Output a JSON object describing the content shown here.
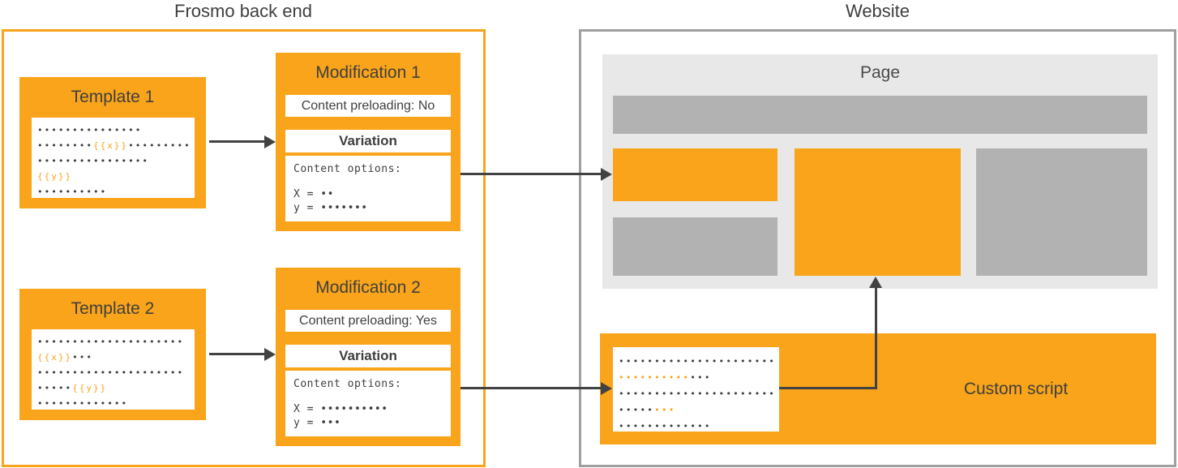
{
  "palette": {
    "orange": "#F9A41A",
    "dark": "#3F3F3F",
    "dot_dark": "#3D3D3D",
    "arrow": "#424242",
    "page_bg": "#E8E8E8",
    "block_gray": "#B2B2B2",
    "container_gray": "#A0A0A0"
  },
  "backend": {
    "title": "Frosmo back end",
    "template1": {
      "title": "Template 1",
      "code": [
        [
          {
            "t": "•••••••••••••••",
            "c": "d"
          }
        ],
        [
          {
            "t": "••••••••",
            "c": "d"
          },
          {
            "t": "{{x}}",
            "c": "o"
          },
          {
            "t": "•••••••••",
            "c": "d"
          }
        ],
        [
          {
            "t": "••••••••••••••••",
            "c": "d"
          }
        ],
        [
          {
            "t": "{{y}}",
            "c": "o"
          }
        ],
        [
          {
            "t": "••••••••••",
            "c": "d"
          }
        ]
      ]
    },
    "template2": {
      "title": "Template 2",
      "code": [
        [
          {
            "t": "•••••••••••••••••••••",
            "c": "d"
          }
        ],
        [
          {
            "t": "{{x}}",
            "c": "o"
          },
          {
            "t": "•••",
            "c": "d"
          }
        ],
        [
          {
            "t": "•••••••••••••••••••••",
            "c": "d"
          }
        ],
        [
          {
            "t": "•••••",
            "c": "d"
          },
          {
            "t": "{{y}}",
            "c": "o"
          }
        ],
        [
          {
            "t": "•••••••••••••",
            "c": "d"
          }
        ]
      ]
    },
    "modification1": {
      "title": "Modification 1",
      "preloading": "Content preloading: No",
      "variation_label": "Variation",
      "options_label": "Content options:",
      "x_line": "X = ••",
      "y_line": "y = •••••••"
    },
    "modification2": {
      "title": "Modification 2",
      "preloading": "Content preloading: Yes",
      "variation_label": "Variation",
      "options_label": "Content options:",
      "x_line": "X = ••••••••••",
      "y_line": "y = •••"
    }
  },
  "website": {
    "title": "Website",
    "page": {
      "title": "Page"
    },
    "custom_script": {
      "label": "Custom script",
      "code": [
        [
          {
            "t": "••••••••••••••••••••••",
            "c": "d"
          }
        ],
        [
          {
            "t": "••••••••••",
            "c": "o"
          },
          {
            "t": "•••",
            "c": "d"
          }
        ],
        [
          {
            "t": "••••••••••••••••••••••",
            "c": "d"
          }
        ],
        [
          {
            "t": "•••••",
            "c": "d"
          },
          {
            "t": "•••",
            "c": "o"
          }
        ],
        [
          {
            "t": "•••••••••••••",
            "c": "d"
          }
        ]
      ]
    }
  }
}
